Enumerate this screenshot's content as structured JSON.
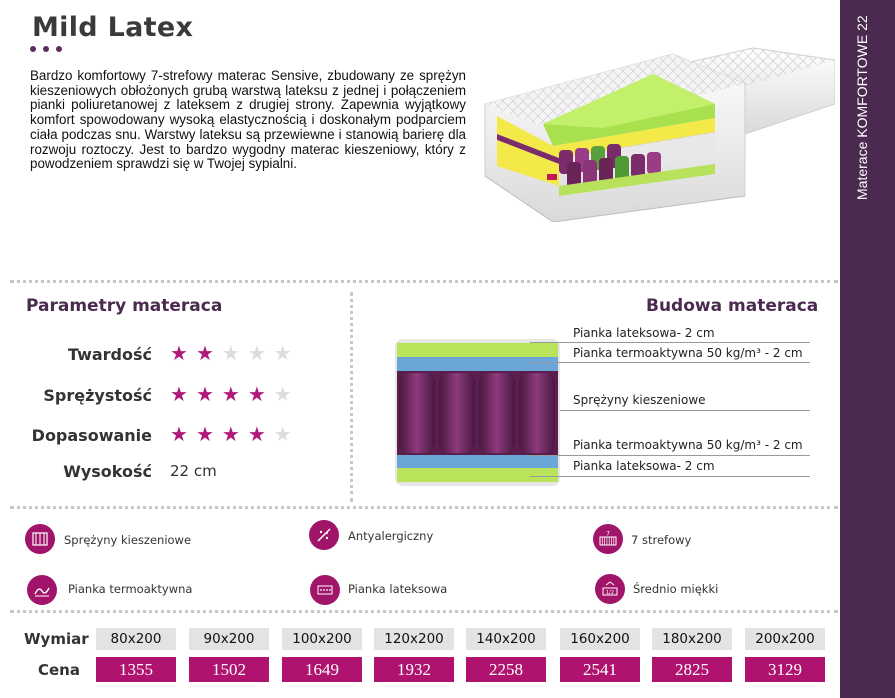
{
  "product": {
    "title": "Mild Latex",
    "description": "Bardzo komfortowy 7-strefowy materac Sensive, zbudowany ze sprężyn kieszeniowych obłożonych grubą warstwą lateksu z jednej i połączeniem pianki poliuretanowej z lateksem z drugiej strony. Zapewnia wyjątkowy komfort spowodowany wysoką elastycznością i doskonałym podparciem ciała podczas snu. Warstwy lateksu są przewiewne i stanowią barierę dla rozwoju roztoczy. Jest to bardzo wygodny materac kieszeniowy, który z powodzeniem sprawdzi się w Twojej sypialni."
  },
  "sidebar": {
    "text": "Materace KOMFORTOWE 22"
  },
  "parameters": {
    "heading": "Parametry materaca",
    "items": [
      {
        "label": "Twardość",
        "rating": 2,
        "max": 5
      },
      {
        "label": "Sprężystość",
        "rating": 4,
        "max": 5
      },
      {
        "label": "Dopasowanie",
        "rating": 4,
        "max": 5
      }
    ],
    "height": {
      "label": "Wysokość",
      "value": "22 cm"
    }
  },
  "construction": {
    "heading": "Budowa materaca",
    "layers": [
      "Pianka lateksowa- 2 cm",
      "Pianka termoaktywna 50 kg/m³ - 2 cm",
      "Sprężyny kieszeniowe",
      "Pianka termoaktywna 50 kg/m³ - 2 cm",
      "Pianka lateksowa- 2 cm"
    ]
  },
  "features": [
    {
      "label": "Sprężyny kieszeniowe",
      "icon": "pocket-springs-icon"
    },
    {
      "label": "Antyalergiczny",
      "icon": "antiallergic-icon"
    },
    {
      "label": "7 strefowy",
      "icon": "seven-zones-icon",
      "badge": "7"
    },
    {
      "label": "Pianka termoaktywna",
      "icon": "thermoactive-foam-icon"
    },
    {
      "label": "Pianka lateksowa",
      "icon": "latex-foam-icon"
    },
    {
      "label": "Średnio miękki",
      "icon": "medium-soft-icon",
      "badge": "1/2"
    }
  ],
  "pricing": {
    "size_label": "Wymiar",
    "price_label": "Cena",
    "sizes": [
      "80x200",
      "90x200",
      "100x200",
      "120x200",
      "140x200",
      "160x200",
      "180x200",
      "200x200"
    ],
    "prices": [
      "1355",
      "1502",
      "1649",
      "1932",
      "2258",
      "2541",
      "2825",
      "3129"
    ]
  },
  "colors": {
    "accent": "#b0136f",
    "sidebar": "#4b2a4f",
    "latex": "#b5e05a",
    "thermo": "#6aa7d8",
    "spring": "#6a2458"
  }
}
